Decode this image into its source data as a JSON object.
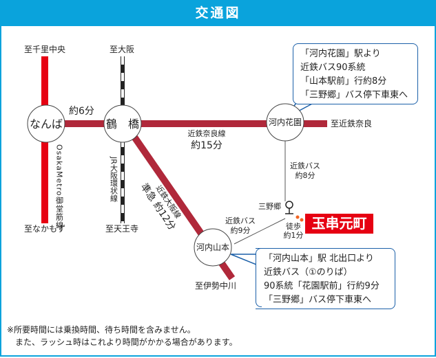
{
  "title": "交通図",
  "stations": {
    "namba": "なんば",
    "tsuruhashi": "鶴　橋",
    "hanazono": "河内花園",
    "yamamoto": "河内山本"
  },
  "directions": {
    "senri": "至千里中央",
    "nakamozu": "至なかもず",
    "osaka": "至大阪",
    "tennoji": "至天王寺",
    "nara": "至近鉄奈良",
    "ise": "至伊勢中川"
  },
  "lines": {
    "midosuji": "OsakaMetro御堂筋線",
    "jr": "JR大阪環状線",
    "nara_line": "近鉄奈良線",
    "nara_time": "約15分",
    "namba_time": "約6分",
    "osaka_line": "近鉄大阪線",
    "osaka_time": "準急 約12分",
    "bus1": "近鉄バス",
    "bus1_time": "約8分",
    "bus2": "近鉄バス",
    "bus2_time": "約9分",
    "walk": "徒歩",
    "walk_time": "約1分"
  },
  "busstop": "三野郷",
  "destination": "玉串元町",
  "callout_top": [
    "「河内花園」駅より",
    "近鉄バス90系統",
    "「山本駅前」行約8分",
    "「三野郷」バス停下車東へ"
  ],
  "callout_bottom": [
    "「河内山本」駅 北出口より",
    "近鉄バス（①のりば）",
    "90系統「花園駅前」行約9分",
    "「三野郷」バス停下車東へ"
  ],
  "notes": [
    "※所要時間には乗換時間、待ち時間を含みません。",
    "　また、ラッシュ時はこれより時間がかかる場合があります。"
  ],
  "colors": {
    "header": "#0aa3dc",
    "metro": "#e60012",
    "kintetsu": "#b0283a",
    "destination": "#e60012"
  }
}
